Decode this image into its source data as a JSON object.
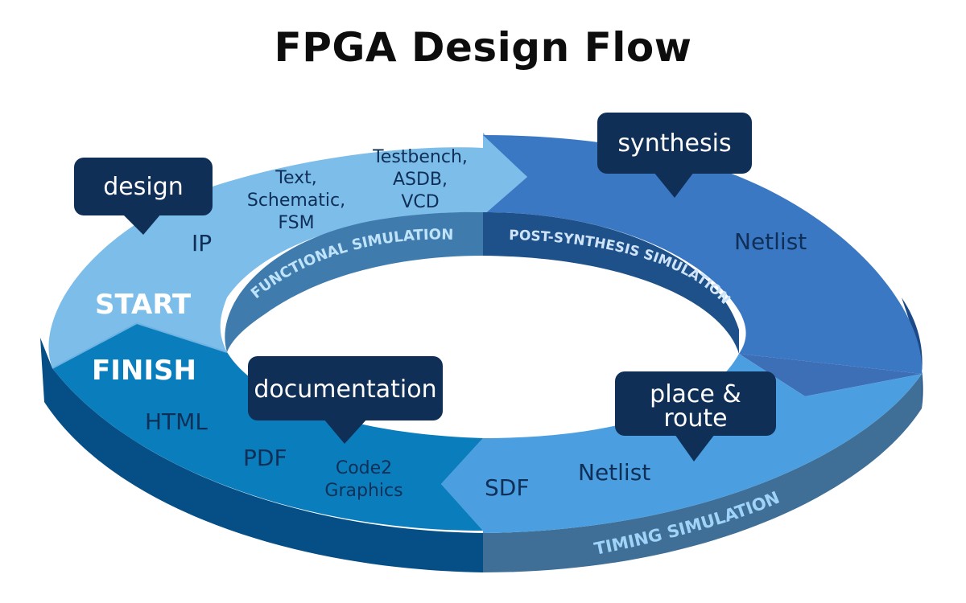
{
  "title": "FPGA Design Flow",
  "stages": {
    "design": "design",
    "synthesis": "synthesis",
    "place_route_line1": "place &",
    "place_route_line2": "route",
    "documentation": "documentation"
  },
  "markers": {
    "start": "START",
    "finish": "FINISH"
  },
  "simulations": {
    "functional": "FUNCTIONAL SIMULATION",
    "post_synthesis": "POST-SYNTHESIS SIMULATION",
    "timing": "TIMING SIMULATION"
  },
  "artifacts": {
    "ip": "IP",
    "text_line1": "Text,",
    "text_line2": "Schematic,",
    "text_line3": "FSM",
    "testbench_line1": "Testbench,",
    "testbench_line2": "ASDB,",
    "testbench_line3": "VCD",
    "netlist_synthesis": "Netlist",
    "netlist_place_route": "Netlist",
    "sdf": "SDF",
    "code2graphics_line1": "Code2",
    "code2graphics_line2": "Graphics",
    "pdf": "PDF",
    "html": "HTML"
  },
  "colors": {
    "design_segment": "#7dbde9",
    "synthesis_segment": "#3b78c4",
    "place_route_segment": "#4b9fe1",
    "documentation_segment": "#0a7ebd",
    "callout": "#0f2f57",
    "dark_text": "#0f2f57",
    "light_text": "#ffffff"
  }
}
